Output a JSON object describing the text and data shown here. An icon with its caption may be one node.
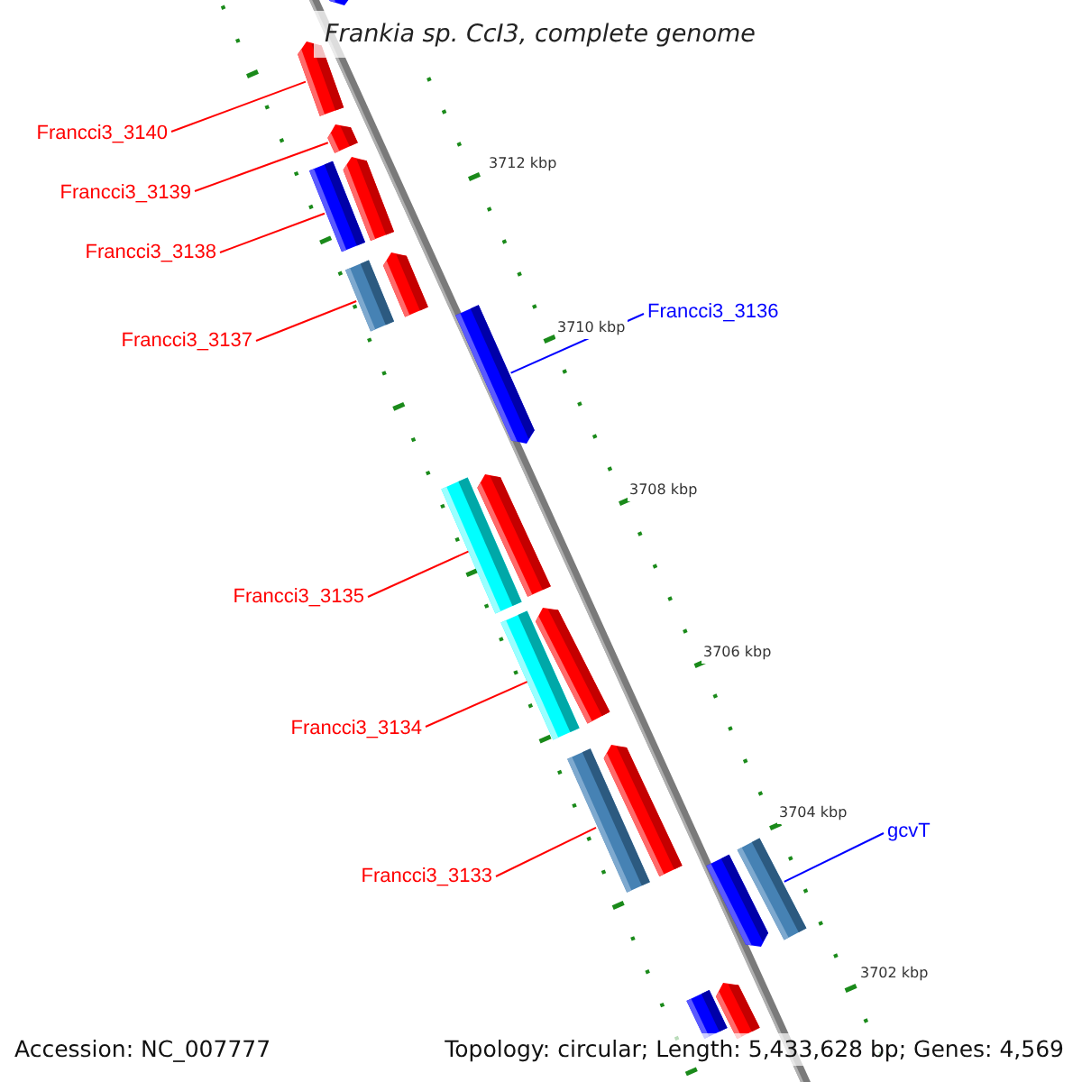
{
  "diagram": {
    "title": "Frankia sp. CcI3, complete genome",
    "nodes": [
      {
        "text": [
          "Francci3_3140"
        ]
      },
      {
        "text": [
          "Francci3_3139"
        ]
      },
      {
        "text": [
          "Francci3_3138"
        ]
      },
      {
        "text": [
          "Francci3_3137"
        ]
      },
      {
        "text": [
          "Francci3_3136"
        ]
      },
      {
        "text": [
          "Francci3_3135"
        ]
      },
      {
        "text": [
          "Francci3_3134"
        ]
      },
      {
        "text": [
          "Francci3_3133"
        ]
      },
      {
        "text": [
          "gcvT"
        ]
      },
      {
        "text": [],
        "shape": "bar"
      },
      {
        "text": [],
        "shape": "bar"
      },
      {
        "text": [],
        "shape": "bar"
      },
      {
        "text": [],
        "shape": "bar"
      },
      {
        "text": [],
        "shape": "bar"
      },
      {
        "text": [],
        "shape": "bar"
      },
      {
        "text": [],
        "shape": "bar"
      },
      {
        "text": [],
        "shape": "bar"
      },
      {
        "text": [],
        "shape": "bar"
      },
      {
        "text": [],
        "shape": "bar"
      },
      {
        "text": [],
        "shape": "bar"
      },
      {
        "text": [],
        "shape": "bar"
      },
      {
        "text": [],
        "shape": "bar"
      },
      {
        "text": [],
        "shape": "bar"
      },
      {
        "text": [],
        "shape": "bar"
      },
      {
        "text": [],
        "shape": "bar"
      },
      {
        "text": [],
        "shape": "bar"
      },
      {
        "text": [],
        "shape": "bar"
      }
    ],
    "edges": [
      {
        "from": 0,
        "to": 10,
        "arrow": "none"
      },
      {
        "from": 1,
        "to": 11,
        "arrow": "none"
      },
      {
        "from": 2,
        "to": 13,
        "arrow": "none"
      },
      {
        "from": 3,
        "to": 15,
        "arrow": "none"
      },
      {
        "from": 4,
        "to": 16,
        "arrow": "none",
        "color": "#0000ff"
      },
      {
        "from": 5,
        "to": 17,
        "arrow": "none"
      },
      {
        "from": 6,
        "to": 19,
        "arrow": "none"
      },
      {
        "from": 7,
        "to": 21,
        "arrow": "none"
      },
      {
        "from": 8,
        "to": 24,
        "arrow": "none",
        "color": "#0000ff"
      }
    ],
    "labels": [
      "3712 kbp",
      "3710 kbp",
      "3708 kbp",
      "3706 kbp",
      "3704 kbp",
      "3702 kbp",
      "Accession: NC_007777",
      "Topology: circular; Length: 5,433,628 bp; Genes: 4,569"
    ]
  }
}
